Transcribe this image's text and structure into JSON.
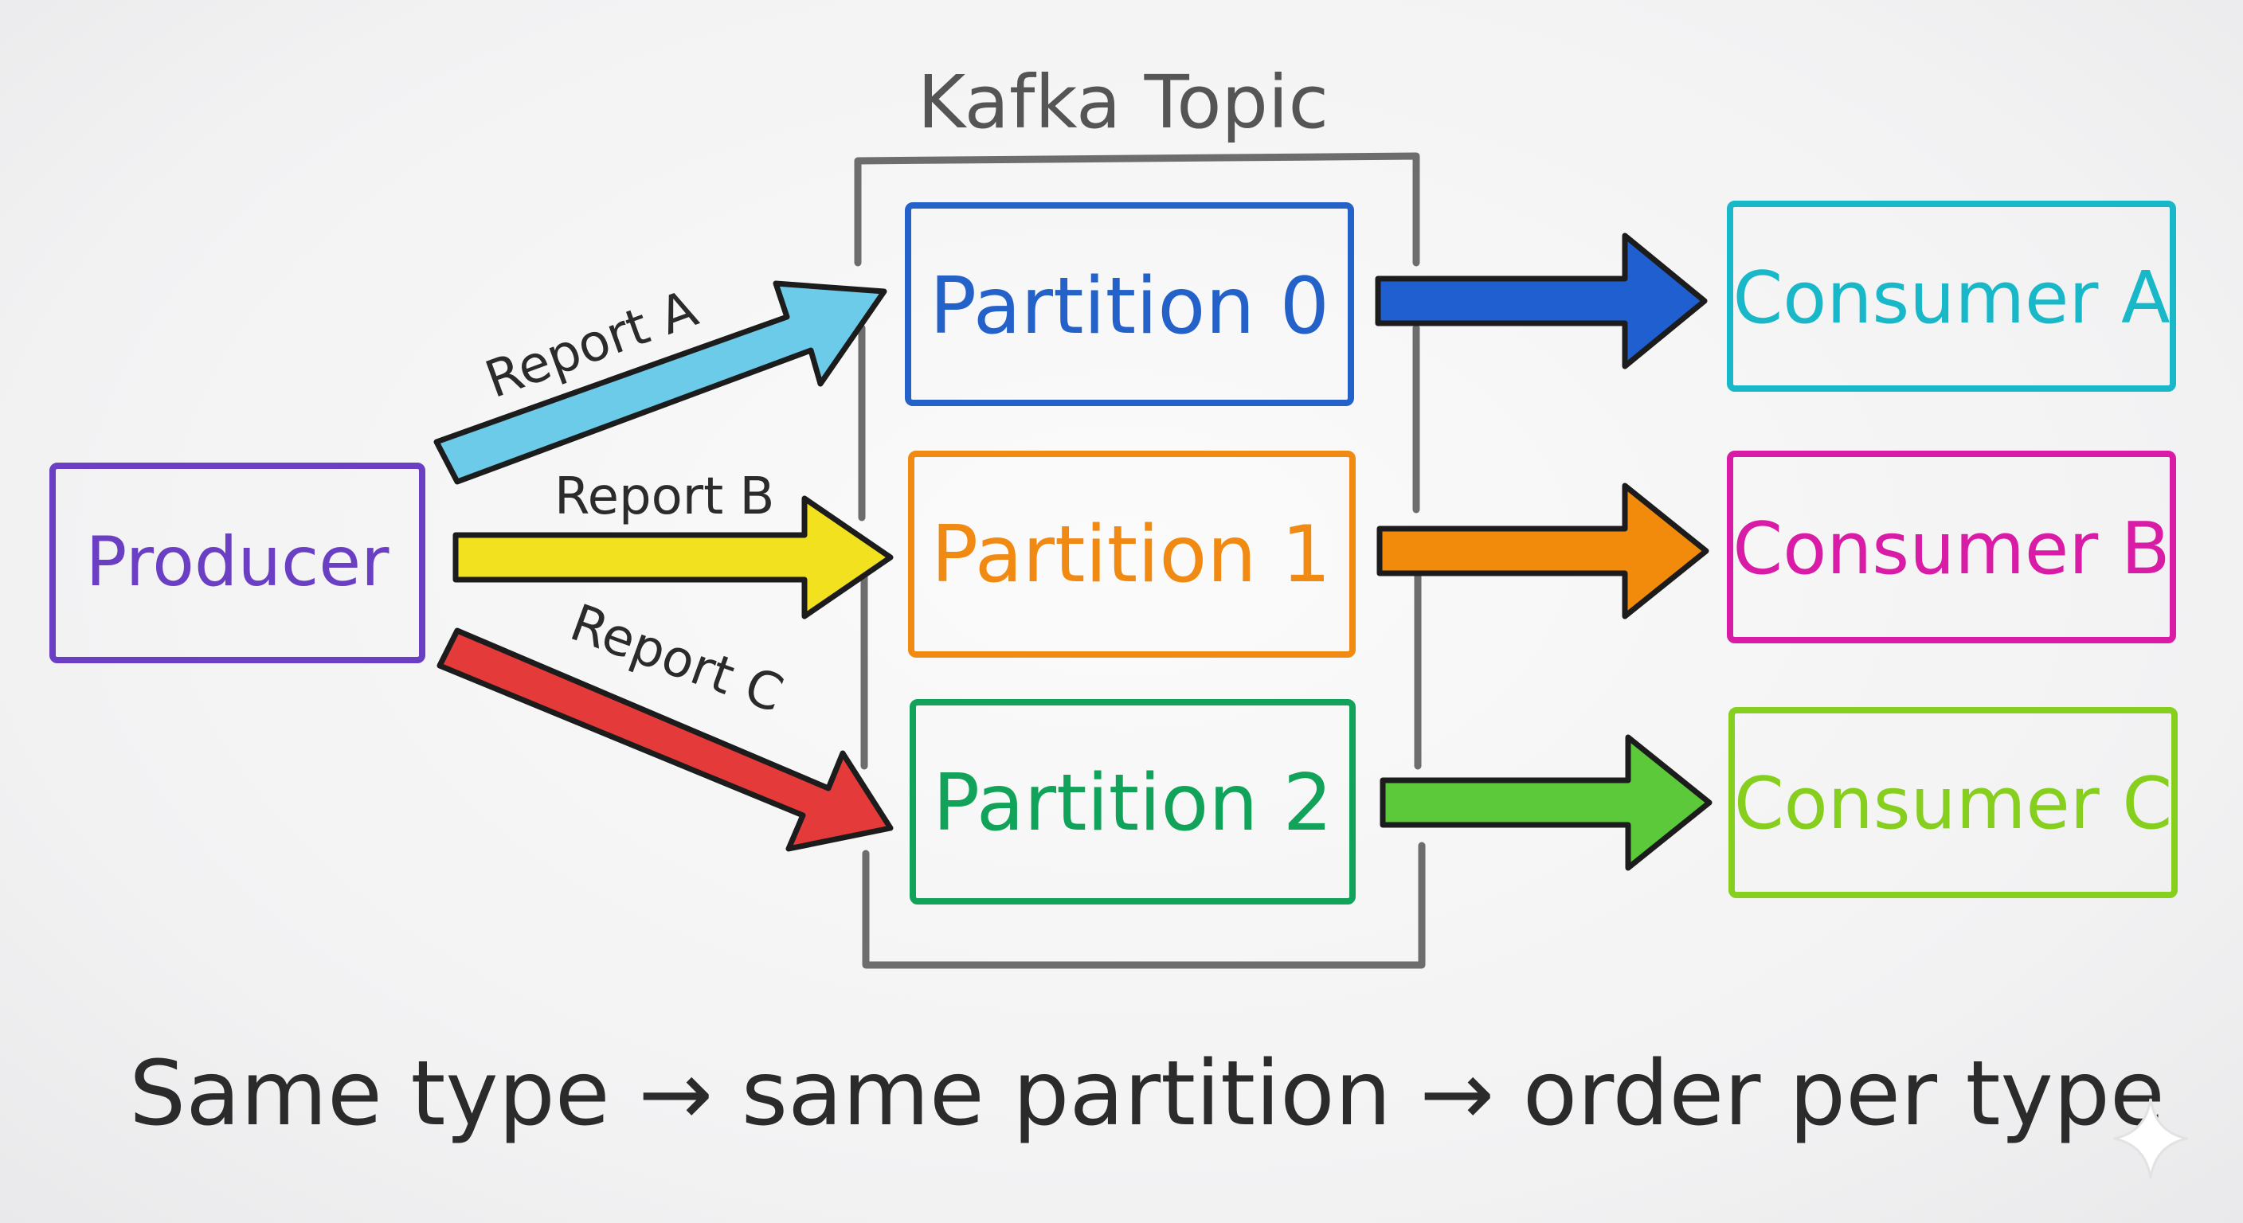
{
  "title": "Kafka Topic",
  "producer": {
    "label": "Producer",
    "color": "#6a3fc4"
  },
  "reports": [
    {
      "label": "Report A",
      "color": "#6ccbe8"
    },
    {
      "label": "Report B",
      "color": "#f2e11e"
    },
    {
      "label": "Report C",
      "color": "#e43a3a"
    }
  ],
  "partitions": [
    {
      "label": "Partition 0",
      "color": "#2462c9"
    },
    {
      "label": "Partition 1",
      "color": "#f08a12"
    },
    {
      "label": "Partition 2",
      "color": "#12a35a"
    }
  ],
  "flow_arrows": [
    {
      "color": "#1f5fd0"
    },
    {
      "color": "#f28a0c"
    },
    {
      "color": "#5cc93a"
    }
  ],
  "consumers": [
    {
      "label": "Consumer A",
      "color": "#19b8c9"
    },
    {
      "label": "Consumer B",
      "color": "#d81ca6"
    },
    {
      "label": "Consumer C",
      "color": "#86cf1e"
    }
  ],
  "caption": "Same type → same partition → order per type",
  "topic_bracket_color": "#6d6d6d",
  "ink_color": "#2b2b2b"
}
